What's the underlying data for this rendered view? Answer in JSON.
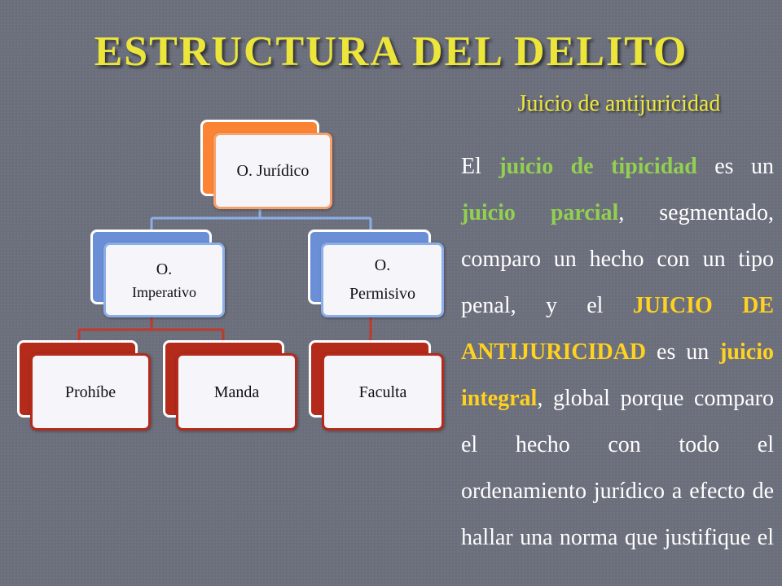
{
  "slide": {
    "title": "ESTRUCTURA DEL DELITO",
    "subtitle": "Juicio de antijuricidad"
  },
  "diagram": {
    "root": {
      "label": "O. Jurídico"
    },
    "level2": [
      {
        "line1": "O.",
        "line2": "Imperativo"
      },
      {
        "line1": "O.",
        "line2": "Permisivo"
      }
    ],
    "level3": [
      {
        "label": "Prohíbe"
      },
      {
        "label": "Manda"
      },
      {
        "label": "Faculta"
      }
    ]
  },
  "paragraph": {
    "t1": "El ",
    "h1": "juicio de tipicidad",
    "t2": " es un ",
    "h2": "juicio parcial",
    "t3": ", segmentado, comparo un hecho con un tipo penal, y el ",
    "h3": "JUICIO DE ANTIJURICIDAD",
    "t4": " es un ",
    "h4": "juicio integral",
    "t5": ", global porque comparo el hecho con todo el ordenamiento jurídico a efecto de hallar una norma que justifique el"
  },
  "colors": {
    "background": "#6b6e7b",
    "title": "#ece63a",
    "highlight_green": "#92d050",
    "highlight_yellow": "#ffd21f",
    "node_orange": "#fb8434",
    "node_blue": "#6b8fd6",
    "node_red": "#b42a1b"
  }
}
